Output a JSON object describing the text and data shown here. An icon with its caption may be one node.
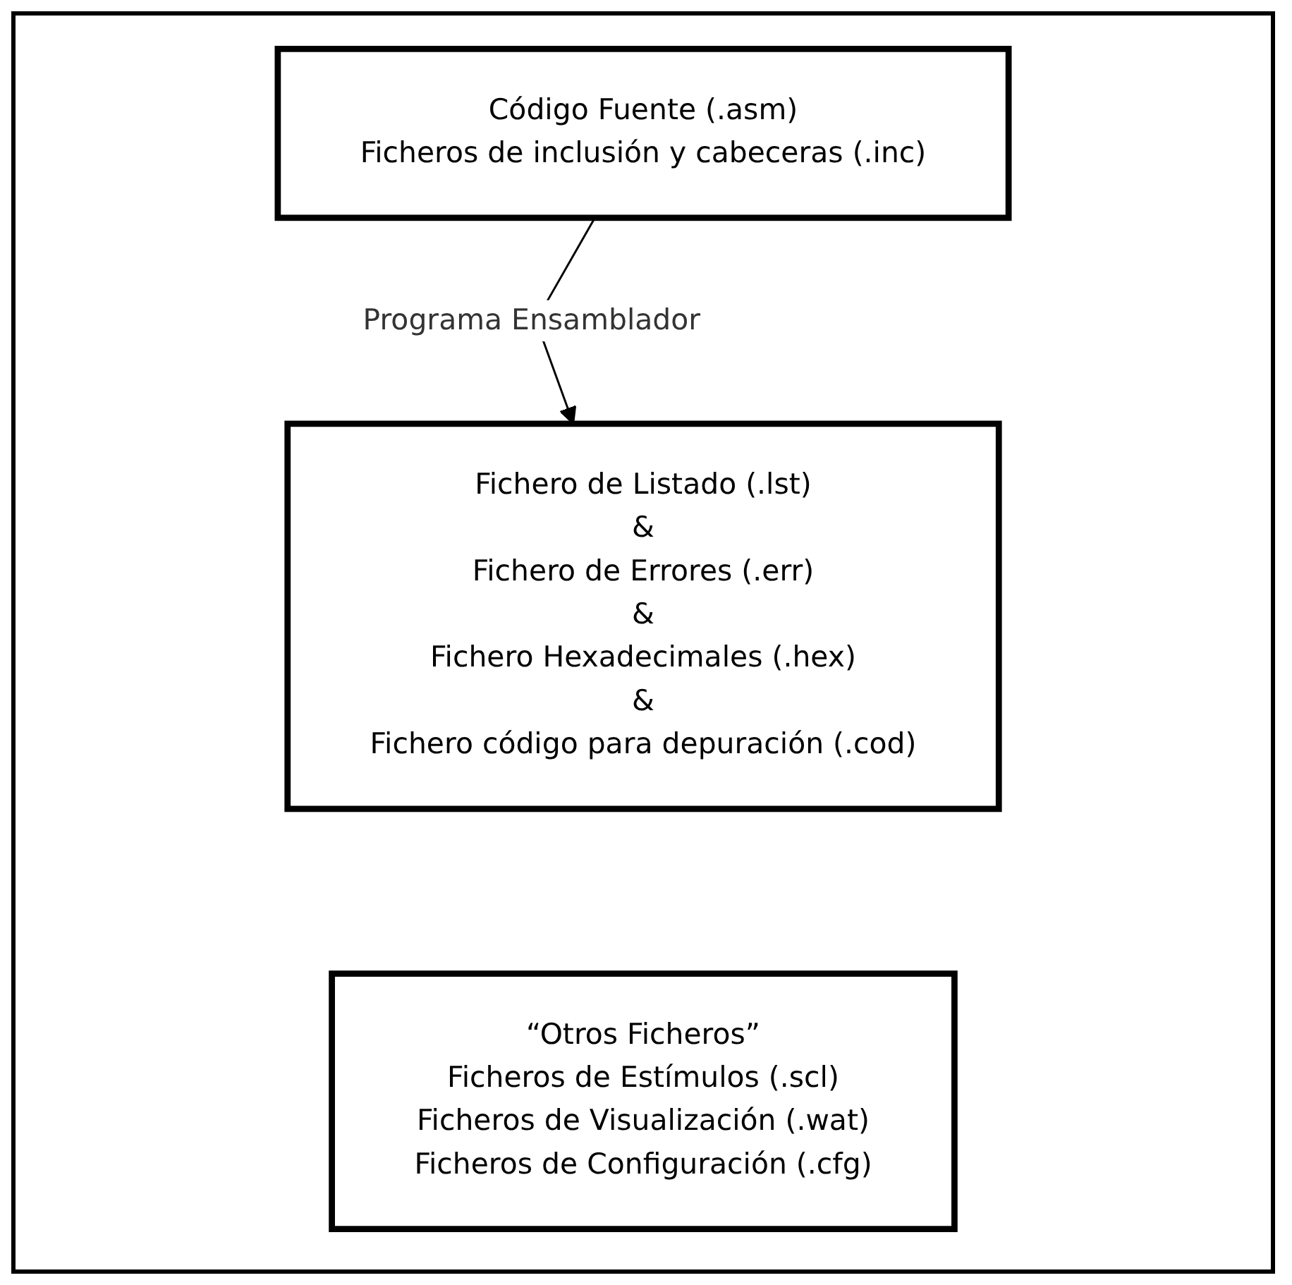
{
  "diagram": {
    "nodes": [
      {
        "text": [
          "Código Fuente (.asm)",
          "Ficheros de inclusión y cabeceras (.inc)"
        ]
      },
      {
        "text": [
          "Fichero de Listado (.lst)",
          "&",
          "Fichero de Errores (.err)",
          "&",
          "Fichero Hexadecimales (.hex)",
          "&",
          "Fichero código para depuración (.cod)"
        ]
      },
      {
        "text": [
          "“Otros Ficheros”",
          "Ficheros de Estímulos (.scl)",
          "Ficheros de Visualización (.wat)",
          "Ficheros de Configuración (.cfg)"
        ]
      }
    ],
    "edges": [
      {
        "from": 0,
        "to": 1,
        "arrow": "to",
        "label": "Programa Ensamblador"
      }
    ]
  }
}
